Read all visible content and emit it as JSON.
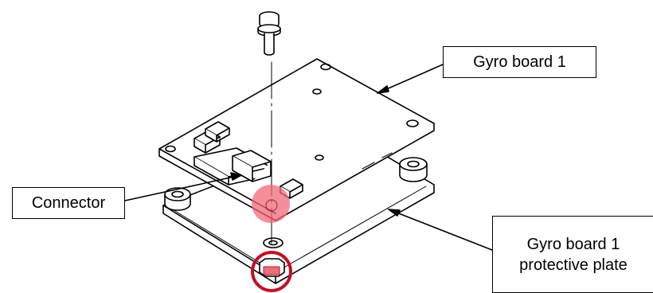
{
  "labels": {
    "gyro_board": "Gyro board 1",
    "connector": "Connector",
    "protective_plate_line1": "Gyro board 1",
    "protective_plate_line2": "protective plate"
  },
  "colors": {
    "line": "#000000",
    "highlight_fill": "#f06a78",
    "highlight_ring": "#c0102a",
    "nut_fill": "#e8707a",
    "background": "#ffffff"
  },
  "icons": {
    "screw": "screw-icon",
    "nut": "hex-nut-icon"
  }
}
